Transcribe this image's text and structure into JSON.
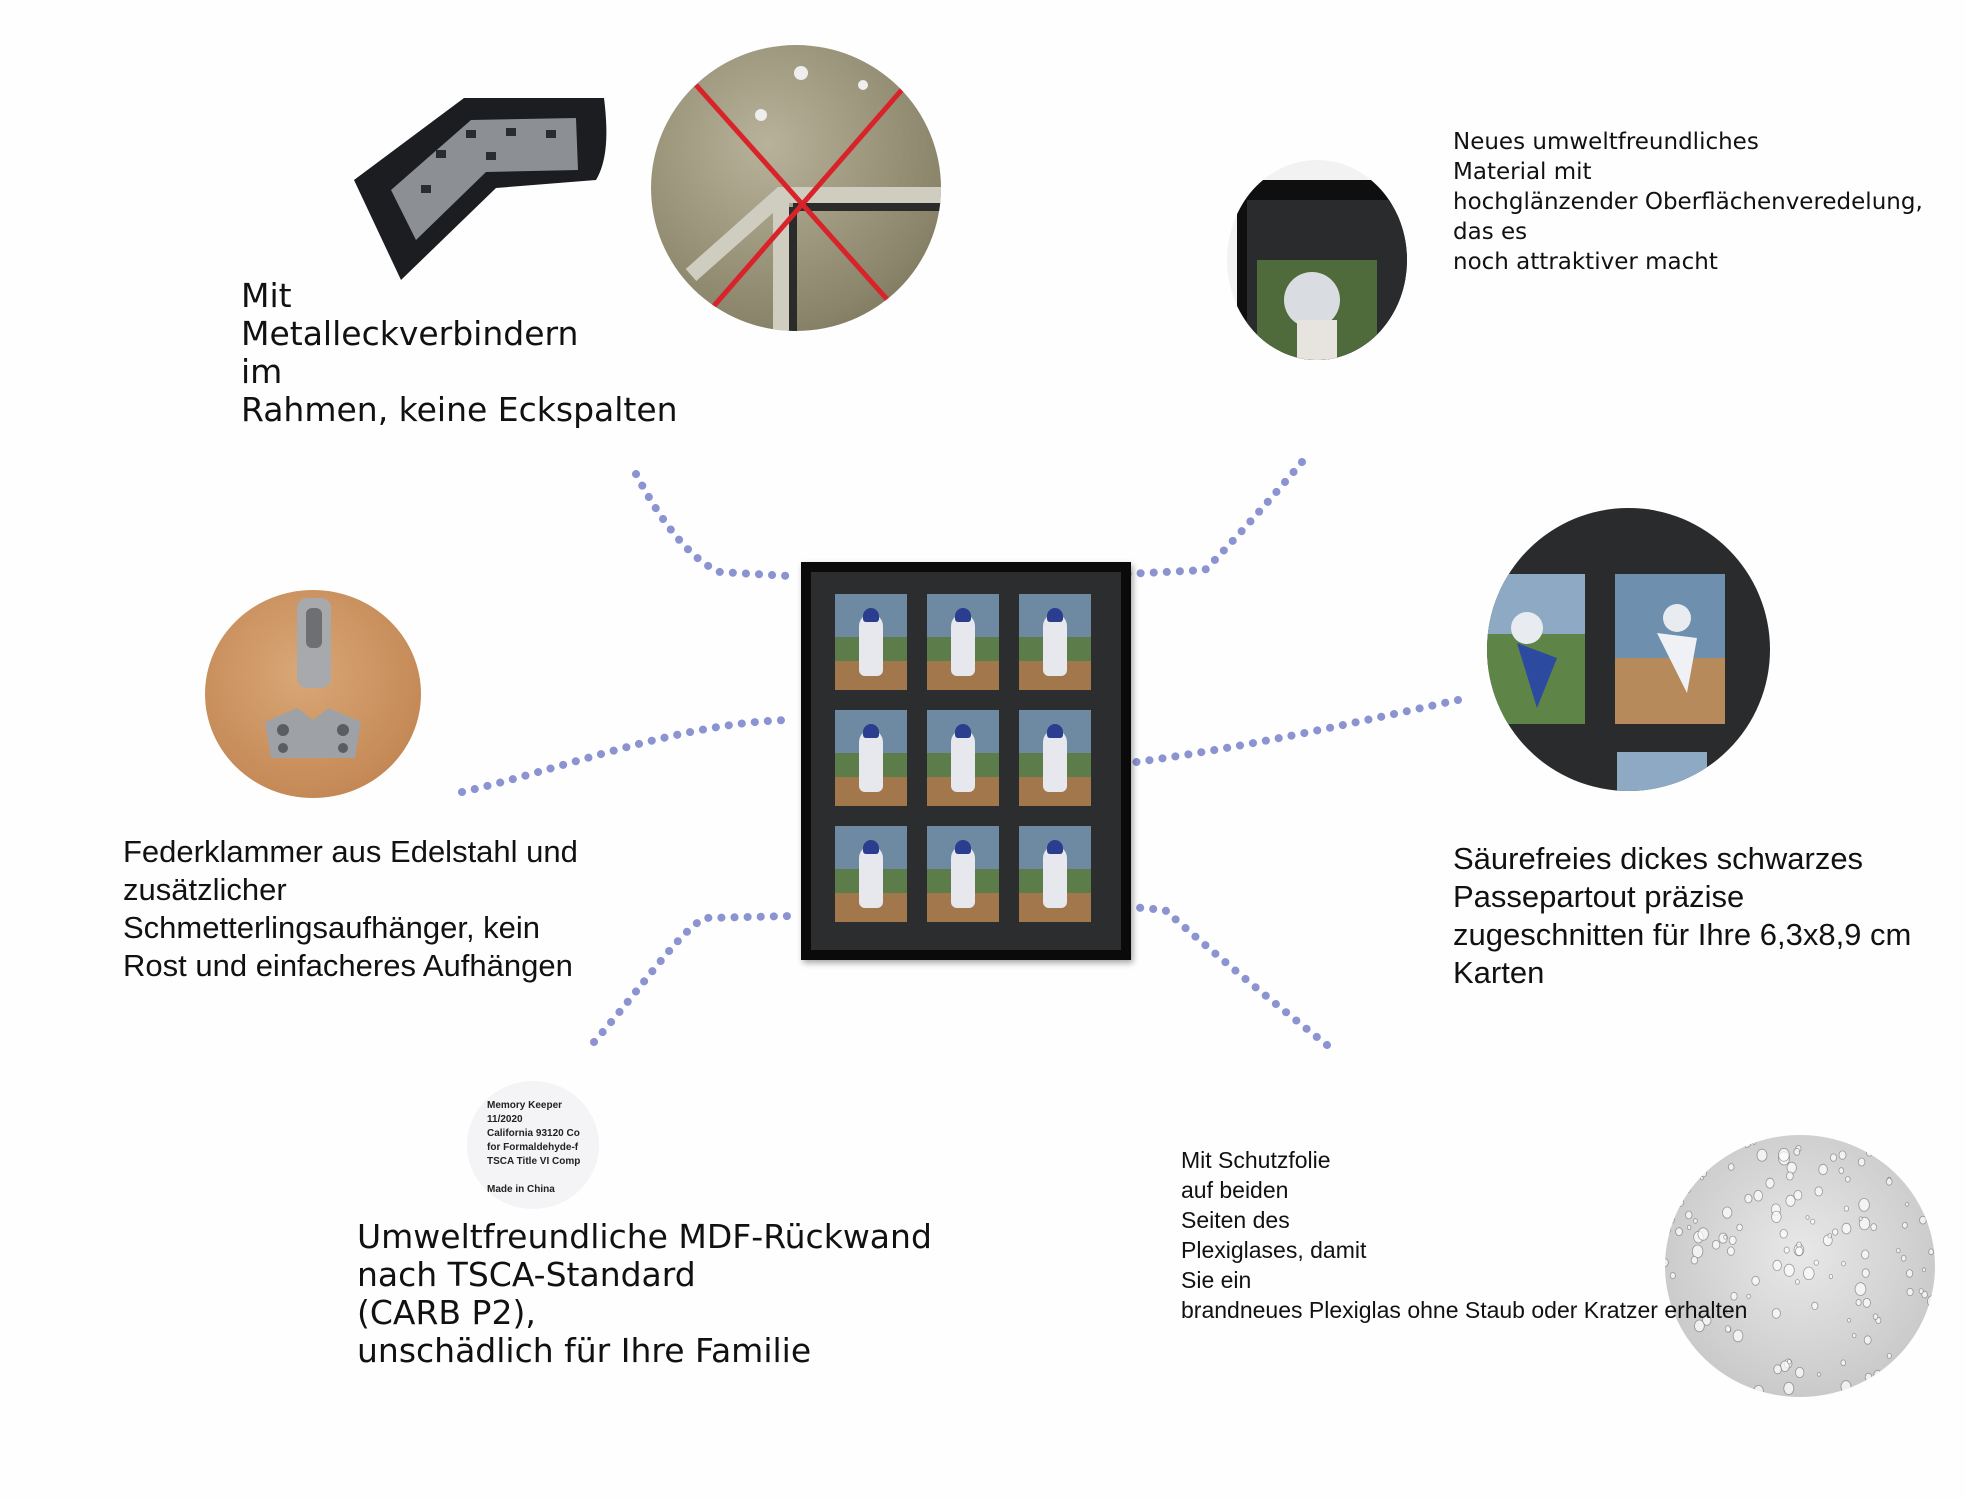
{
  "captions": {
    "corner": "Mit\nMetalleckverbindern\nim\nRahmen, keine Eckspalten",
    "material": "Neues umweltfreundliches\nMaterial mit\nhochglänzender Oberflächenveredelung,\ndas es\nnoch attraktiver macht",
    "clip": "Federklammer aus Edelstahl und\nzusätzlicher\nSchmetterlingsaufhänger, kein\nRost und einfacheres Aufhängen",
    "mat": "Säurefreies dickes schwarzes\nPassepartout präzise\nzugeschnitten für Ihre 6,3x8,9 cm\nKarten",
    "mdf": "Umweltfreundliche MDF-Rückwand\nnach TSCA-Standard\n(CARB P2),\nunschädlich für Ihre Familie",
    "film": "Mit Schutzfolie\nauf beiden\nSeiten des\nPlexiglases, damit\nSie ein\nbrandneues Plexiglas ohne Staub oder Kratzer erhalten"
  },
  "back_label": "Memory Keeper\n11/2020\nCalifornia 93120 Co\nfor Formaldehyde-f\nTSCA Title VI Comp\n\nMade in China",
  "colors": {
    "dots": "#8b93d0",
    "frame": "#0a0a0a",
    "mat": "#2c2d2f",
    "cross": "#d9232a"
  },
  "frame": {
    "rows": 3,
    "cols": 3
  }
}
